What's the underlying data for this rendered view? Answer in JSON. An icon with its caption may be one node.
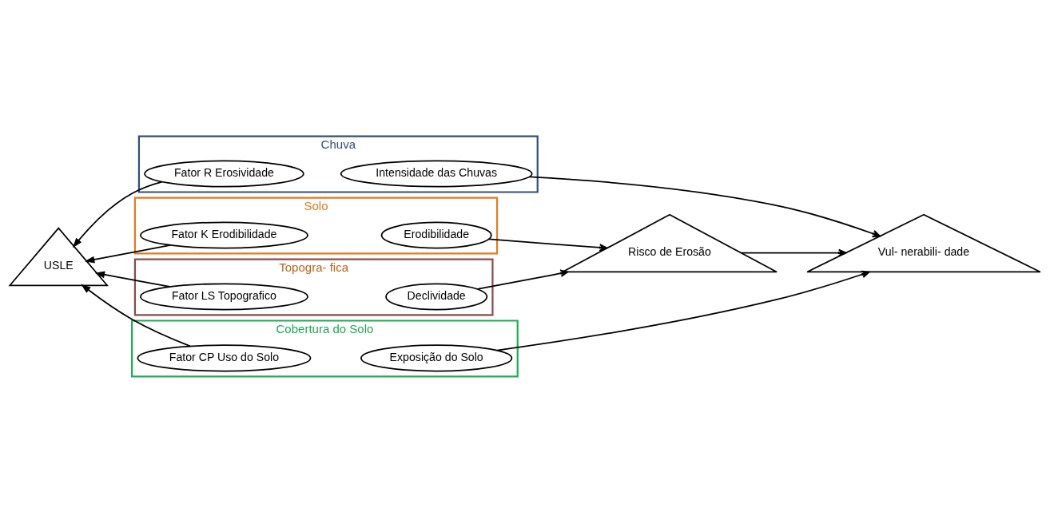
{
  "diagram": {
    "nodes": [
      {
        "text": [
          "Chuva"
        ]
      },
      {
        "text": [
          "Fator R Erosividade"
        ],
        "in": 0
      },
      {
        "text": [
          "Intensidade das Chuvas"
        ],
        "in": 0
      },
      {
        "text": [
          "Solo"
        ]
      },
      {
        "text": [
          "Fator K Erodibilidade"
        ],
        "in": 3
      },
      {
        "text": [
          "Erodibilidade"
        ],
        "in": 3
      },
      {
        "text": [
          "Topogra- fica"
        ]
      },
      {
        "text": [
          "Fator LS Topografico"
        ],
        "in": 6
      },
      {
        "text": [
          "Declividade"
        ],
        "in": 6
      },
      {
        "text": [
          "Cobertura do Solo"
        ]
      },
      {
        "text": [
          "Fator CP Uso do Solo"
        ],
        "in": 9
      },
      {
        "text": [
          "Exposição do Solo"
        ],
        "in": 9
      },
      {
        "text": [
          "USLE"
        ]
      },
      {
        "text": [
          "Risco de Erosão"
        ]
      },
      {
        "text": [
          "Vul- nerabili- dade"
        ]
      }
    ],
    "edges": [
      {
        "from": 1,
        "to": 12,
        "arrow": "to"
      },
      {
        "from": 4,
        "to": 12,
        "arrow": "to"
      },
      {
        "from": 7,
        "to": 12,
        "arrow": "to"
      },
      {
        "from": 10,
        "to": 12,
        "arrow": "to"
      },
      {
        "from": 5,
        "to": 13,
        "arrow": "to"
      },
      {
        "from": 8,
        "to": 13,
        "arrow": "to"
      },
      {
        "from": 2,
        "to": 14,
        "arrow": "to"
      },
      {
        "from": 11,
        "to": 14,
        "arrow": "to"
      },
      {
        "from": 13,
        "to": 14,
        "arrow": "to"
      }
    ]
  }
}
